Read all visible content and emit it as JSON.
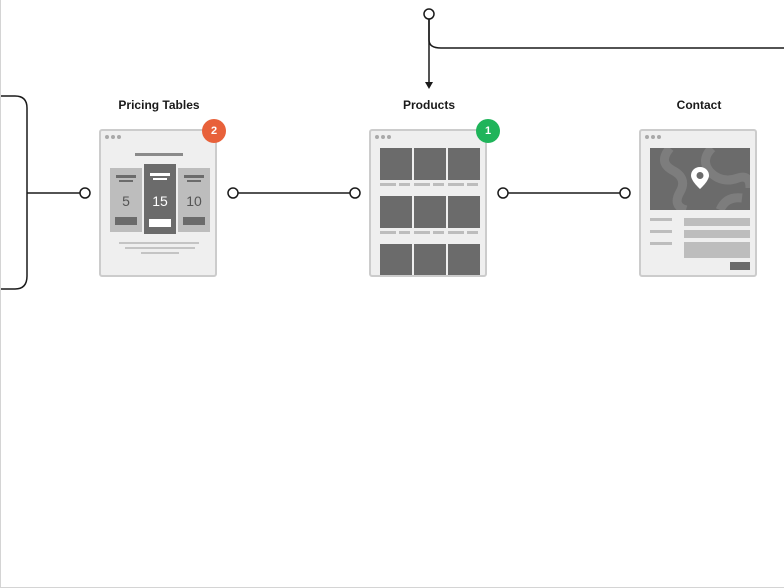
{
  "nodes": {
    "pricing": {
      "title": "Pricing Tables",
      "badge": "2",
      "prices": [
        "5",
        "15",
        "10"
      ]
    },
    "products": {
      "title": "Products",
      "badge": "1"
    },
    "contact": {
      "title": "Contact"
    }
  },
  "colors": {
    "badge_orange": "#e8613a",
    "badge_green": "#1fb45a",
    "wire": "#1a1a1a",
    "card_bg": "#efefef",
    "card_border": "#cccccc",
    "block_dark": "#6b6b6b",
    "block_light": "#bdbdbd"
  },
  "icons": {
    "map_pin": "map-pin-icon"
  }
}
